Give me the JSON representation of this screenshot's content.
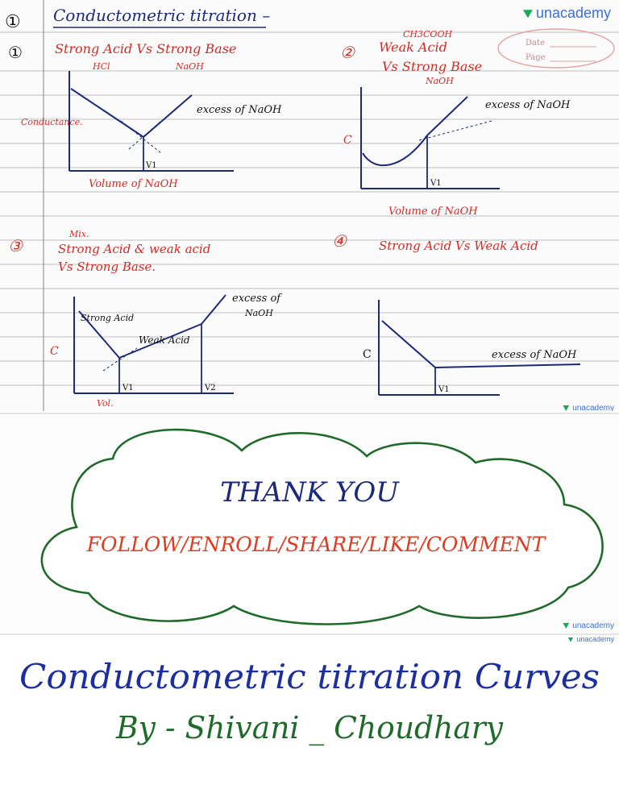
{
  "brand": {
    "name": "unacademy"
  },
  "page": {
    "number": "①",
    "heading": "Conductometric titration –",
    "date_label": "Date",
    "page_label": "Page"
  },
  "sections": [
    {
      "number": "①",
      "title": "Strong Acid Vs Strong Base",
      "acid": "HCl",
      "base": "NaOH",
      "y_label": "Conductance.",
      "x_label": "Volume of NaOH",
      "point": "V1",
      "annotation": "excess of NaOH"
    },
    {
      "number": "②",
      "title_top": "CH3COOH",
      "title_mid": "Weak Acid",
      "title_bottom": "Vs Strong Base",
      "base": "NaOH",
      "y_label": "C",
      "x_label": "Volume of NaOH",
      "point": "V1",
      "annotation": "excess of NaOH"
    },
    {
      "number": "③",
      "mix": "Mix.",
      "title": "Strong Acid & weak acid",
      "title2": "Vs Strong Base.",
      "y_label": "C",
      "x_label": "Vol.",
      "label_strong": "Strong Acid",
      "label_weak": "Weak Acid",
      "points": [
        "V1",
        "V2"
      ],
      "annotation": "excess of",
      "annotation2": "NaOH"
    },
    {
      "number": "④",
      "title": "Strong Acid Vs Weak Acid",
      "y_label": "C",
      "point": "V1",
      "annotation": "excess of NaOH"
    }
  ],
  "thanks": {
    "line1": "THANK YOU",
    "line2": "FOLLOW/ENROLL/SHARE/LIKE/COMMENT"
  },
  "title_card": {
    "line1": "Conductometric titration Curves",
    "line2": "By - Shivani _ Choudhary"
  },
  "colors": {
    "ink_blue": "#1c2a7a",
    "ink_red": "#d62a24",
    "cloud_green": "#1f6b2a",
    "brand_blue": "#3b6fd6",
    "brand_green": "#1aa85c"
  }
}
